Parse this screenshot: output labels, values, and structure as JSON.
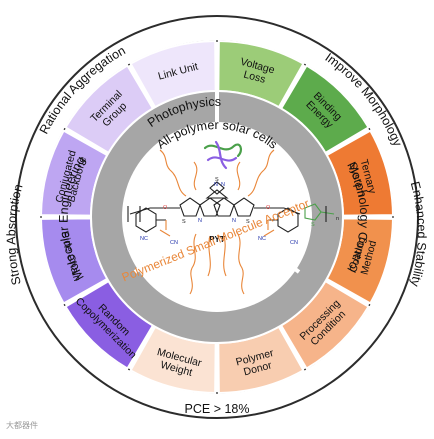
{
  "outer_ring": {
    "top_left": "Rational Aggregation",
    "top_right": "Improve Morphology",
    "left": "Strong Absorption",
    "right": "Enhanced Stability",
    "bottom": "PCE > 18%"
  },
  "segments": [
    {
      "lines": [
        "Voltage",
        "Loss"
      ],
      "color": "#9ccc78"
    },
    {
      "lines": [
        "Binding",
        "Energy"
      ],
      "color": "#5dab4c"
    },
    {
      "lines": [
        "Ternary",
        "System"
      ],
      "color": "#ee7a33"
    },
    {
      "lines": [
        "Coating",
        "Method"
      ],
      "color": "#f1914d"
    },
    {
      "lines": [
        "Processing",
        "Condition"
      ],
      "color": "#f6b48a"
    },
    {
      "lines": [
        "Polymer",
        "Donor"
      ],
      "color": "#f8cdb0"
    },
    {
      "lines": [
        "Molecular",
        "Weight"
      ],
      "color": "#fbe3d3"
    },
    {
      "lines": [
        "Random",
        "Copolymerization"
      ],
      "color": "#8a5ee2"
    },
    {
      "lines": [
        "Side Chain"
      ],
      "color": "#a68bee"
    },
    {
      "lines": [
        "Conjugated",
        "Backbone"
      ],
      "color": "#bea6f2"
    },
    {
      "lines": [
        "Terminal",
        "Group"
      ],
      "color": "#dcccf6"
    },
    {
      "lines": [
        "Link Unit"
      ],
      "color": "#eee6fb"
    }
  ],
  "middle_ring": {
    "photophysics": "Photophysics",
    "morphology": "Morphology Control",
    "molecular": "Molecular Engineering"
  },
  "center": {
    "title": "All-polymer solar cells",
    "molecule_name": "PYT",
    "caption": "Polymerized Small Molecule Acceptor",
    "caption_color": "#e9873a"
  },
  "watermark": "大都器件"
}
